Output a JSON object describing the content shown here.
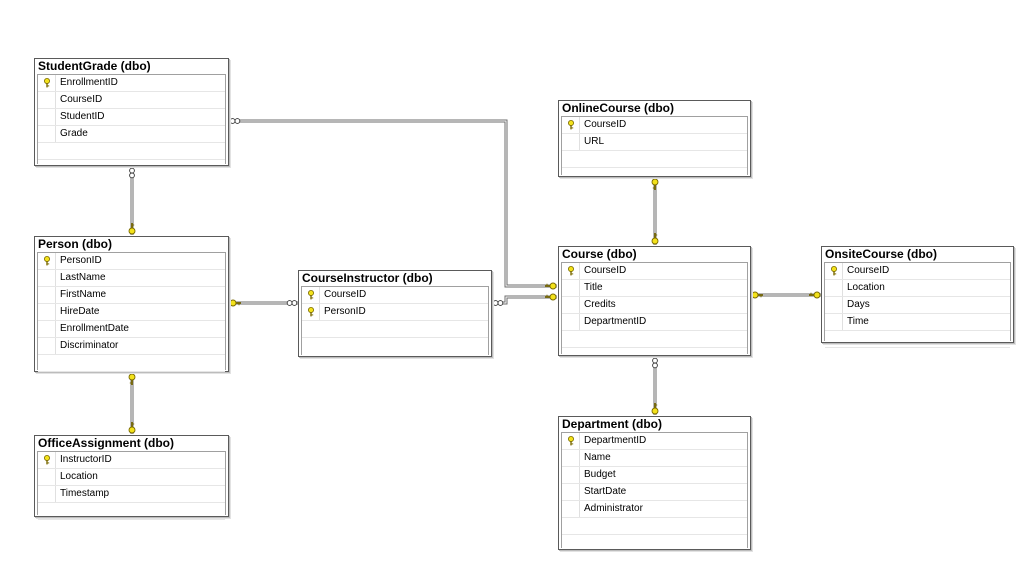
{
  "diagram": {
    "tables": [
      {
        "id": "studentgrade",
        "title": "StudentGrade (dbo)",
        "columns": [
          {
            "name": "EnrollmentID",
            "key": true
          },
          {
            "name": "CourseID",
            "key": false
          },
          {
            "name": "StudentID",
            "key": false
          },
          {
            "name": "Grade",
            "key": false
          }
        ]
      },
      {
        "id": "person",
        "title": "Person (dbo)",
        "columns": [
          {
            "name": "PersonID",
            "key": true
          },
          {
            "name": "LastName",
            "key": false
          },
          {
            "name": "FirstName",
            "key": false
          },
          {
            "name": "HireDate",
            "key": false
          },
          {
            "name": "EnrollmentDate",
            "key": false
          },
          {
            "name": "Discriminator",
            "key": false
          }
        ]
      },
      {
        "id": "officeassignment",
        "title": "OfficeAssignment (dbo)",
        "columns": [
          {
            "name": "InstructorID",
            "key": true
          },
          {
            "name": "Location",
            "key": false
          },
          {
            "name": "Timestamp",
            "key": false
          }
        ]
      },
      {
        "id": "courseinstructor",
        "title": "CourseInstructor (dbo)",
        "columns": [
          {
            "name": "CourseID",
            "key": true
          },
          {
            "name": "PersonID",
            "key": true
          }
        ]
      },
      {
        "id": "onlinecourse",
        "title": "OnlineCourse (dbo)",
        "columns": [
          {
            "name": "CourseID",
            "key": true
          },
          {
            "name": "URL",
            "key": false
          }
        ]
      },
      {
        "id": "course",
        "title": "Course (dbo)",
        "columns": [
          {
            "name": "CourseID",
            "key": true
          },
          {
            "name": "Title",
            "key": false
          },
          {
            "name": "Credits",
            "key": false
          },
          {
            "name": "DepartmentID",
            "key": false
          }
        ]
      },
      {
        "id": "onsitecourse",
        "title": "OnsiteCourse (dbo)",
        "columns": [
          {
            "name": "CourseID",
            "key": true
          },
          {
            "name": "Location",
            "key": false
          },
          {
            "name": "Days",
            "key": false
          },
          {
            "name": "Time",
            "key": false
          }
        ]
      },
      {
        "id": "department",
        "title": "Department (dbo)",
        "columns": [
          {
            "name": "DepartmentID",
            "key": true
          },
          {
            "name": "Name",
            "key": false
          },
          {
            "name": "Budget",
            "key": false
          },
          {
            "name": "StartDate",
            "key": false
          },
          {
            "name": "Administrator",
            "key": false
          }
        ]
      }
    ],
    "relationships": [
      {
        "id": "studentgrade-course",
        "from": "StudentGrade (dbo)",
        "to": "Course (dbo)",
        "from_end": "many",
        "to_end": "one"
      },
      {
        "id": "studentgrade-person",
        "from": "StudentGrade (dbo)",
        "to": "Person (dbo)",
        "from_end": "many",
        "to_end": "one"
      },
      {
        "id": "person-courseinstructor",
        "from": "Person (dbo)",
        "to": "CourseInstructor (dbo)",
        "from_end": "one",
        "to_end": "many"
      },
      {
        "id": "person-officeassignment",
        "from": "Person (dbo)",
        "to": "OfficeAssignment (dbo)",
        "from_end": "one",
        "to_end": "one"
      },
      {
        "id": "courseinstructor-course",
        "from": "CourseInstructor (dbo)",
        "to": "Course (dbo)",
        "from_end": "many",
        "to_end": "one"
      },
      {
        "id": "onlinecourse-course",
        "from": "OnlineCourse (dbo)",
        "to": "Course (dbo)",
        "from_end": "one",
        "to_end": "one"
      },
      {
        "id": "course-onsitecourse",
        "from": "Course (dbo)",
        "to": "OnsiteCourse (dbo)",
        "from_end": "one",
        "to_end": "one"
      },
      {
        "id": "course-department",
        "from": "Course (dbo)",
        "to": "Department (dbo)",
        "from_end": "many",
        "to_end": "one"
      }
    ],
    "colors": {
      "key_fill": "#f3e21b",
      "key_stroke": "#7a6a00",
      "line": "#6e6e6e"
    }
  }
}
